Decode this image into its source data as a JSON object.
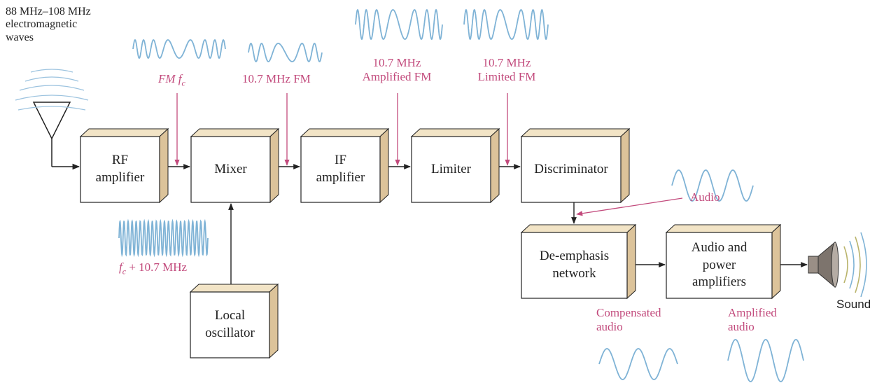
{
  "colors": {
    "wave": "#7fb3d6",
    "signal_arrow": "#c24a7c",
    "box_side": "#dcc39a",
    "line": "#222222"
  },
  "input_label": {
    "line1": "88 MHz–108 MHz",
    "line2": "electromagnetic",
    "line3": "waves"
  },
  "blocks": {
    "rf": {
      "line1": "RF",
      "line2": "amplifier"
    },
    "mixer": {
      "line1": "Mixer"
    },
    "if": {
      "line1": "IF",
      "line2": "amplifier"
    },
    "limiter": {
      "line1": "Limiter"
    },
    "discriminator": {
      "line1": "Discriminator"
    },
    "local_osc": {
      "line1": "Local",
      "line2": "oscillator"
    },
    "deemphasis": {
      "line1": "De-emphasis",
      "line2": "network"
    },
    "audio_power": {
      "line1": "Audio and",
      "line2": "power",
      "line3": "amplifiers"
    }
  },
  "signals": {
    "fm_fc": "FM f",
    "fm_fc_sub": "c",
    "if_fm": "10.7 MHz FM",
    "amp_fm": {
      "line1": "10.7 MHz",
      "line2": "Amplified FM"
    },
    "lim_fm": {
      "line1": "10.7 MHz",
      "line2": "Limited FM"
    },
    "lo": "f",
    "lo_sub": "c",
    "lo_rest": " + 10.7 MHz",
    "audio": "Audio",
    "compensated": {
      "line1": "Compensated",
      "line2": "audio"
    },
    "amplified": {
      "line1": "Amplified",
      "line2": "audio"
    }
  },
  "output_label": "Sound"
}
